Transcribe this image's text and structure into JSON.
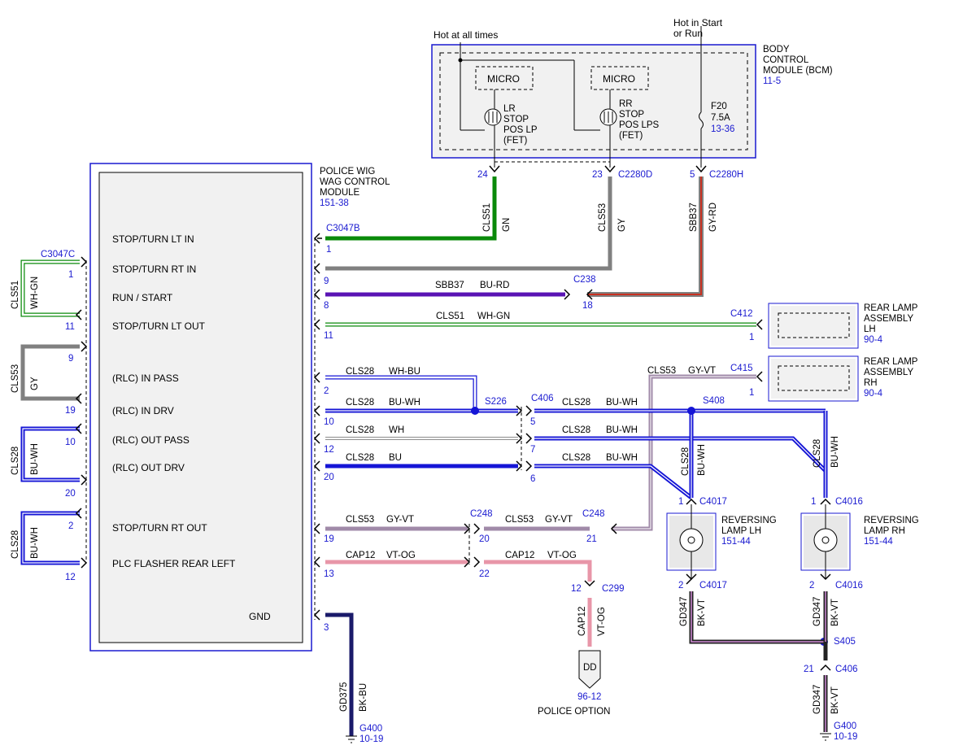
{
  "top": {
    "hot_at_all_times": "Hot at all times",
    "hot_in_start_1": "Hot in Start",
    "hot_in_start_2": "or Run"
  },
  "bcm": {
    "title_1": "BODY",
    "title_2": "CONTROL",
    "title_3": "MODULE (BCM)",
    "ref": "11-5",
    "micro_1": "MICRO",
    "micro_2": "MICRO",
    "lr_1": "LR",
    "lr_2": "STOP",
    "lr_3": "POS LP",
    "lr_4": "(FET)",
    "rr_1": "RR",
    "rr_2": "STOP",
    "rr_3": "POS LPS",
    "rr_4": "(FET)",
    "fuse_1": "F20",
    "fuse_2": "7.5A",
    "fuse_ref": "13-36",
    "pin_24": "24",
    "pin_23": "23",
    "conn_23": "C2280D",
    "pin_5": "5",
    "conn_5": "C2280H"
  },
  "wigwag": {
    "title_1": "POLICE WIG",
    "title_2": "WAG CONTROL",
    "title_3": "MODULE",
    "ref": "151-38",
    "labels": {
      "stop_lt_in": "STOP/TURN LT IN",
      "stop_rt_in": "STOP/TURN RT IN",
      "run_start": "RUN / START",
      "stop_lt_out": "STOP/TURN LT OUT",
      "rlc_in_pass": "(RLC) IN PASS",
      "rlc_in_drv": "(RLC) IN DRV",
      "rlc_out_pass": "(RLC) OUT PASS",
      "rlc_out_drv": "(RLC) OUT DRV",
      "stop_rt_out": "STOP/TURN RT OUT",
      "plc_flasher": "PLC FLASHER REAR LEFT",
      "gnd": "GND"
    },
    "right_conn": "C3047B",
    "right_pins": {
      "p1": "1",
      "p9": "9",
      "p8": "8",
      "p11": "11",
      "p2": "2",
      "p10": "10",
      "p12": "12",
      "p20": "20",
      "p19": "19",
      "p13": "13",
      "p3": "3"
    },
    "left_conn": "C3047C",
    "left_pins": {
      "p1": "1",
      "p11": "11",
      "p9": "9",
      "p19": "19",
      "p10": "10",
      "p20": "20",
      "p2": "2",
      "p12": "12"
    }
  },
  "left_wires": {
    "w1_circuit": "CLS51",
    "w1_color": "WH-GN",
    "w2_circuit": "CLS53",
    "w2_color": "GY",
    "w3_circuit": "CLS28",
    "w3_color": "BU-WH",
    "w4_circuit": "CLS28",
    "w4_color": "BU-WH"
  },
  "wires": {
    "v_cls51": "CLS51",
    "v_gn": "GN",
    "v_cls53": "CLS53",
    "v_gy": "GY",
    "v_sbb37": "SBB37",
    "v_gyrd": "GY-RD",
    "run_circuit": "SBB37",
    "run_color": "BU-RD",
    "c238": "C238",
    "c238_pin": "18",
    "lt_out_circuit": "CLS51",
    "lt_out_color": "WH-GN",
    "c412": "C412",
    "c412_pin": "1",
    "in_pass_circuit": "CLS28",
    "in_pass_color": "WH-BU",
    "in_drv_circuit": "CLS28",
    "in_drv_color": "BU-WH",
    "out_pass_circuit": "CLS28",
    "out_pass_color": "WH",
    "out_drv_circuit": "CLS28",
    "out_drv_color": "BU",
    "s226": "S226",
    "c406": "C406",
    "c406_p5": "5",
    "c406_p7": "7",
    "c406_p6": "6",
    "r1_circuit": "CLS28",
    "r1_color": "BU-WH",
    "r2_circuit": "CLS28",
    "r2_color": "BU-WH",
    "r3_circuit": "CLS28",
    "r3_color": "BU-WH",
    "s408": "S408",
    "gyvt_circuit": "CLS53",
    "gyvt_color": "GY-VT",
    "c415": "C415",
    "c415_pin": "1",
    "rt_out_circuit": "CLS53",
    "rt_out_color": "GY-VT",
    "c248_a": "C248",
    "c248_p20": "20",
    "rt_out2_circuit": "CLS53",
    "rt_out2_color": "GY-VT",
    "c248_b": "C248",
    "c248_p21": "21",
    "plc_circuit": "CAP12",
    "plc_color": "VT-OG",
    "plc_p22": "22",
    "plc2_circuit": "CAP12",
    "plc2_color": "VT-OG",
    "c299_pin": "12",
    "c299": "C299",
    "v_cap12": "CAP12",
    "v_vtog": "VT-OG",
    "dd": "DD",
    "dd_ref": "96-12",
    "police_option": "POLICE OPTION",
    "gnd_circuit": "GD375",
    "gnd_color": "BK-BU",
    "g400_a": "G400",
    "g400_a_ref": "10-19",
    "lh_v_circuit": "CLS28",
    "lh_v_color": "BU-WH",
    "rh_v_circuit": "CLS28",
    "rh_v_color": "BU-WH"
  },
  "rear_lamps": {
    "lh_1": "REAR LAMP",
    "lh_2": "ASSEMBLY",
    "lh_3": "LH",
    "lh_ref": "90-4",
    "rh_1": "REAR LAMP",
    "rh_2": "ASSEMBLY",
    "rh_3": "RH",
    "rh_ref": "90-4"
  },
  "reversing": {
    "lh_1": "REVERSING",
    "lh_2": "LAMP LH",
    "lh_ref": "151-44",
    "lh_conn": "C4017",
    "lh_p1": "1",
    "lh_p2": "2",
    "lh_conn2": "C4017",
    "rh_1": "REVERSING",
    "rh_2": "LAMP RH",
    "rh_ref": "151-44",
    "rh_conn": "C4016",
    "rh_p1": "1",
    "rh_p2": "2",
    "rh_conn2": "C4016",
    "gd347_a": "GD347",
    "bkvt_a": "BK-VT",
    "gd347_b": "GD347",
    "bkvt_b": "BK-VT",
    "s405": "S405",
    "c406_p21": "21",
    "c406": "C406",
    "gd347_c": "GD347",
    "bkvt_c": "BK-VT",
    "g400_b": "G400",
    "g400_b_ref": "10-19"
  },
  "colors": {
    "module_border": "#1a1ad0",
    "green": "#0a8a0a",
    "gray": "#808080",
    "blue": "#1515d6",
    "violet": "#5a14b4",
    "gyvt": "#a08aa8",
    "pink": "#e896a8",
    "red": "#c83020",
    "black": "#111111"
  }
}
